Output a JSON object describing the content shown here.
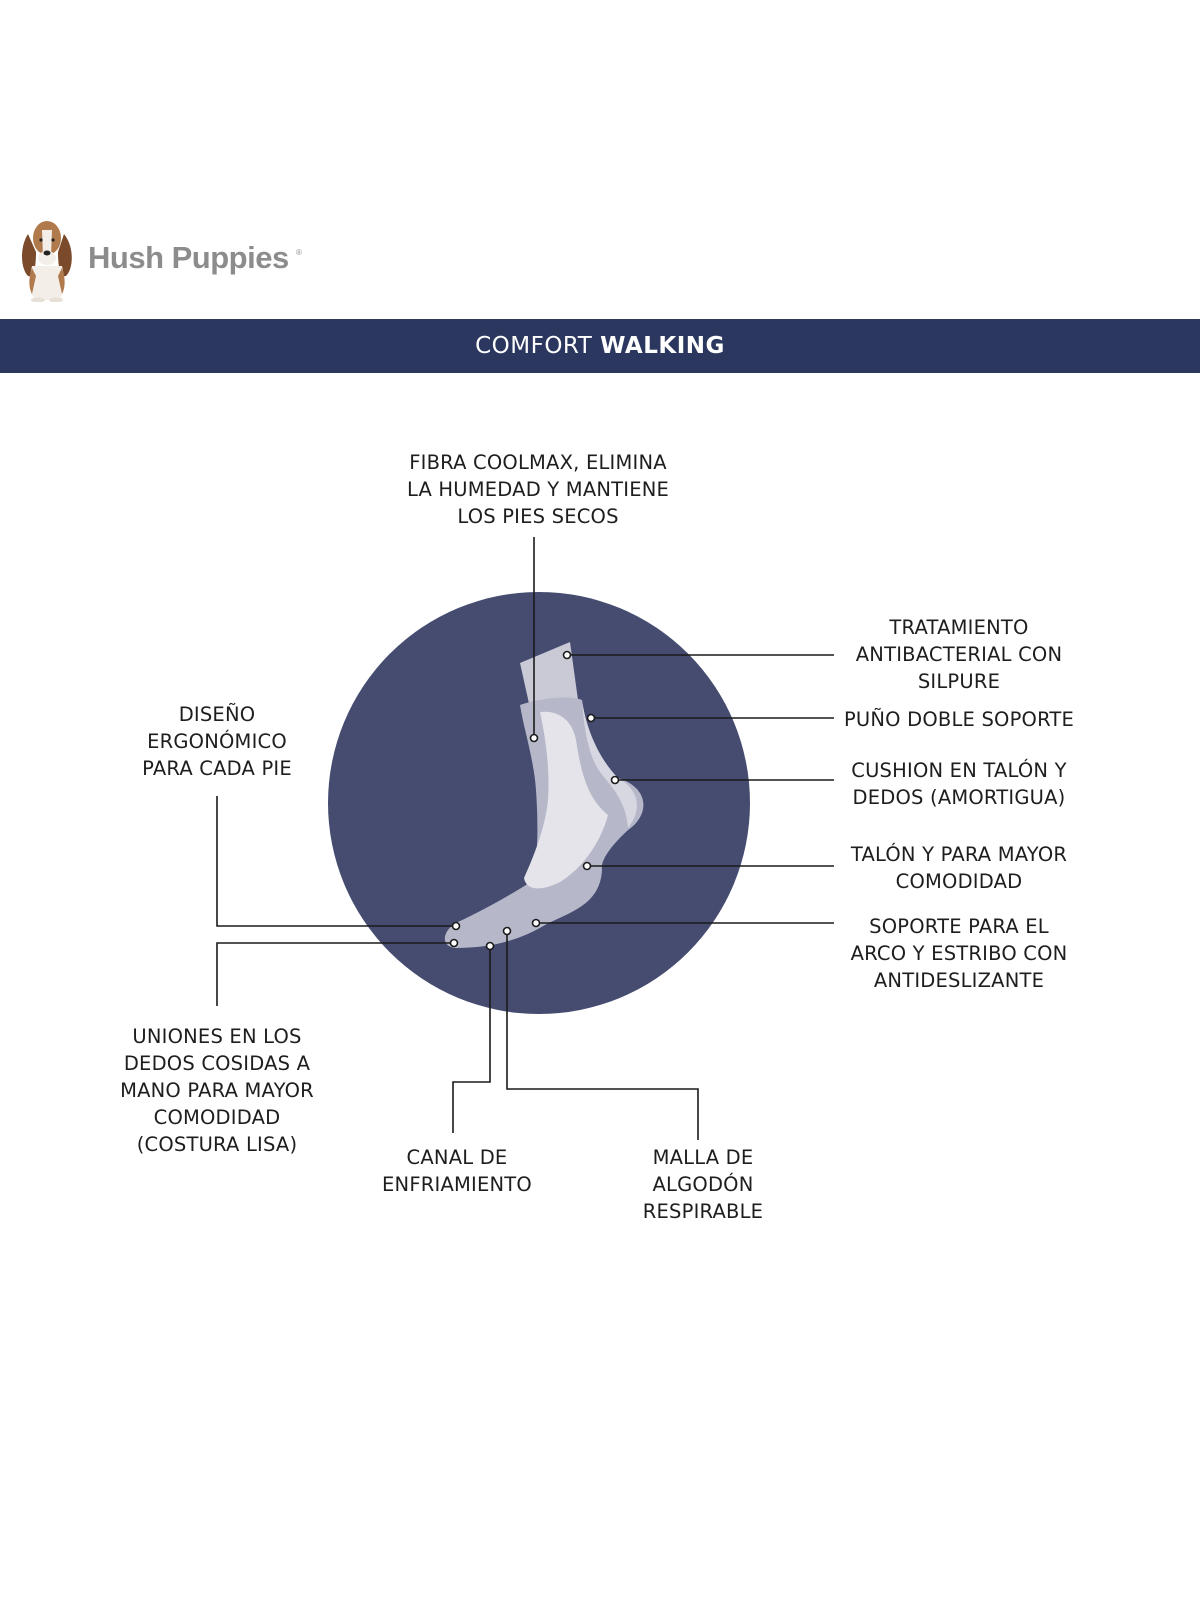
{
  "brand": {
    "name": "Hush Puppies",
    "registered_mark": "®",
    "logo_icon": "basset-hound-icon",
    "name_color": "#8c8c8c"
  },
  "banner": {
    "title_light": "COMFORT",
    "title_bold": "WALKING",
    "background": "#2b375e"
  },
  "diagram": {
    "circle_color": "#454c70",
    "sock_color": "#b6b8c9",
    "sock_light": "#e4e4ea",
    "leader_color": "#1a1a1a",
    "labels": {
      "coolmax": [
        "FIBRA COOLMAX, ELIMINA",
        "LA HUMEDAD Y MANTIENE",
        "LOS PIES SECOS"
      ],
      "antibacterial": [
        "TRATAMIENTO",
        "ANTIBACTERIAL CON",
        "SILPURE"
      ],
      "cuff": [
        "PUÑO DOBLE SOPORTE"
      ],
      "cushion": [
        "CUSHION EN TALÓN Y",
        "DEDOS (AMORTIGUA)"
      ],
      "heel": [
        "TALÓN Y PARA MAYOR",
        "COMODIDAD"
      ],
      "arch": [
        "SOPORTE PARA EL",
        "ARCO Y ESTRIBO CON",
        "ANTIDESLIZANTE"
      ],
      "ergonomic": [
        "DISEÑO",
        "ERGONÓMICO",
        "PARA CADA PIE"
      ],
      "toe_seams": [
        "UNIONES EN LOS",
        "DEDOS COSIDAS A",
        "MANO PARA MAYOR",
        "COMODIDAD",
        "(COSTURA LISA)"
      ],
      "cooling": [
        "CANAL DE",
        "ENFRIAMIENTO"
      ],
      "mesh": [
        "MALLA DE",
        "ALGODÓN",
        "RESPIRABLE"
      ]
    }
  }
}
